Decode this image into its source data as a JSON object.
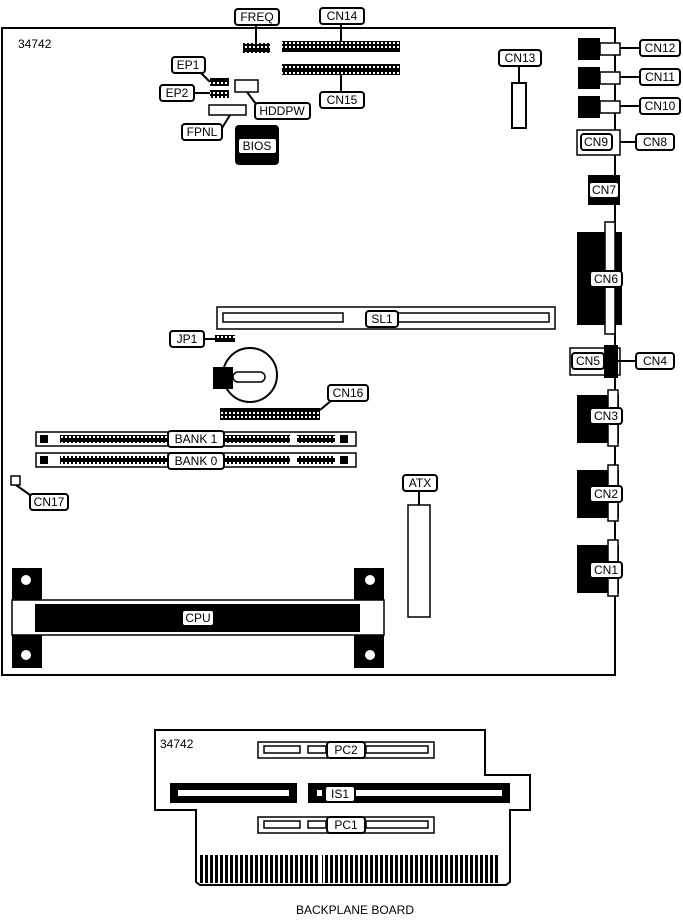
{
  "mainboard": {
    "id_number": "34742",
    "labels": {
      "freq": "FREQ",
      "cn14": "CN14",
      "cn15": "CN15",
      "cn13": "CN13",
      "ep1": "EP1",
      "ep2": "EP2",
      "hddpw": "HDDPW",
      "fpnl": "FPNL",
      "bios": "BIOS",
      "cn12": "CN12",
      "cn11": "CN11",
      "cn10": "CN10",
      "cn9": "CN9",
      "cn8": "CN8",
      "cn7": "CN7",
      "cn6": "CN6",
      "sl1": "SL1",
      "jp1": "JP1",
      "cn5": "CN5",
      "cn4": "CN4",
      "cn16": "CN16",
      "bank1": "BANK 1",
      "bank0": "BANK 0",
      "cn3": "CN3",
      "cn17": "CN17",
      "atx": "ATX",
      "cn2": "CN2",
      "cn1": "CN1",
      "cpu": "CPU"
    }
  },
  "backplane": {
    "id_number": "34742",
    "labels": {
      "pc2": "PC2",
      "is1": "IS1",
      "pc1": "PC1"
    },
    "caption": "BACKPLANE BOARD"
  }
}
